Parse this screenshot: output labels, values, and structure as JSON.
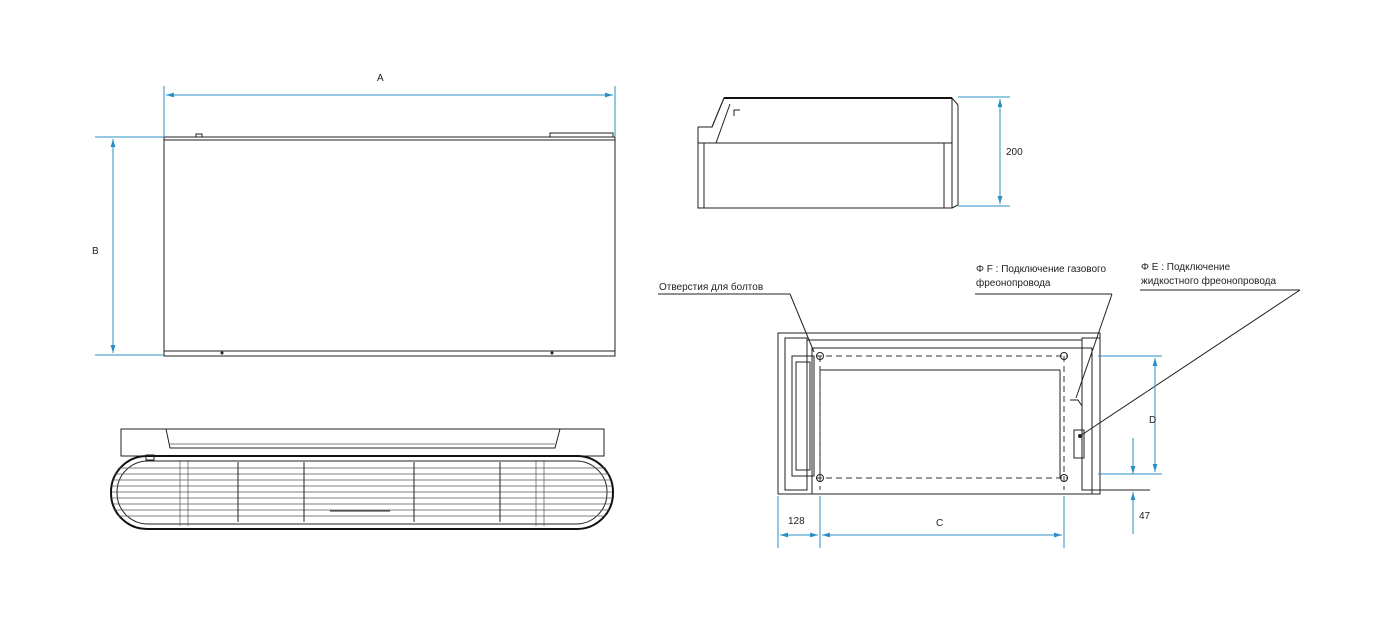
{
  "dimensions": {
    "a": "A",
    "b": "B",
    "c": "C",
    "d": "D",
    "height": "200",
    "offset_left": "128",
    "offset_bottom": "47"
  },
  "callouts": {
    "bolt_holes": "Отверстия для болтов",
    "gas_line_1": "Φ F : Подключение газового",
    "gas_line_2": "фреонопровода",
    "liquid_line_1": "Φ E : Подключение",
    "liquid_line_2": "жидкостного фреонопровода"
  },
  "colors": {
    "dimension_lines": "#2a8fc4",
    "outline": "#222222"
  }
}
